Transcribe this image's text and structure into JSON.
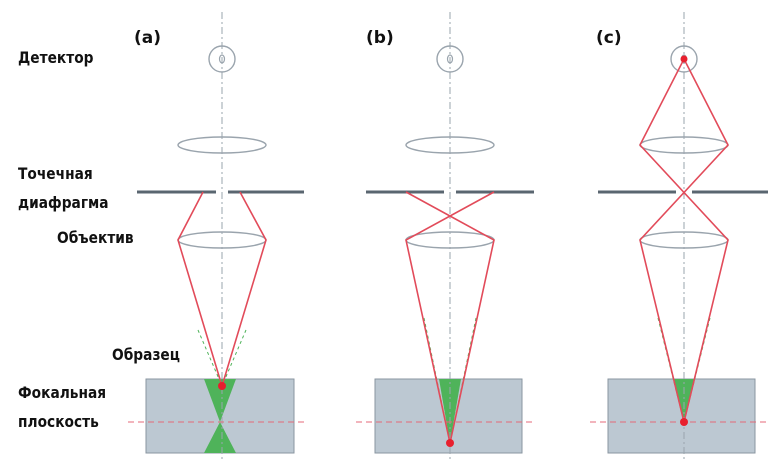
{
  "labels": {
    "detector": "Детектор",
    "pinhole_line1": "Точечная",
    "pinhole_line2": "диафрагма",
    "objective": "Объектив",
    "sample": "Образец",
    "focal_line1": "Фокальная",
    "focal_line2": "плоскость"
  },
  "panels": [
    {
      "tag": "(a)"
    },
    {
      "tag": "(b)"
    },
    {
      "tag": "(c)"
    }
  ],
  "colors": {
    "ray": "#e24b5a",
    "point": "#e8202e",
    "lens": "#9aa4ad",
    "axis": "#9aa4ad",
    "pinhole": "#5a6670",
    "sample_fill": "#bcc8d2",
    "sample_border": "#8a96a0",
    "focus_cone": "#4fb35a",
    "focal_dash": "#e46a78",
    "text": "#111111"
  }
}
